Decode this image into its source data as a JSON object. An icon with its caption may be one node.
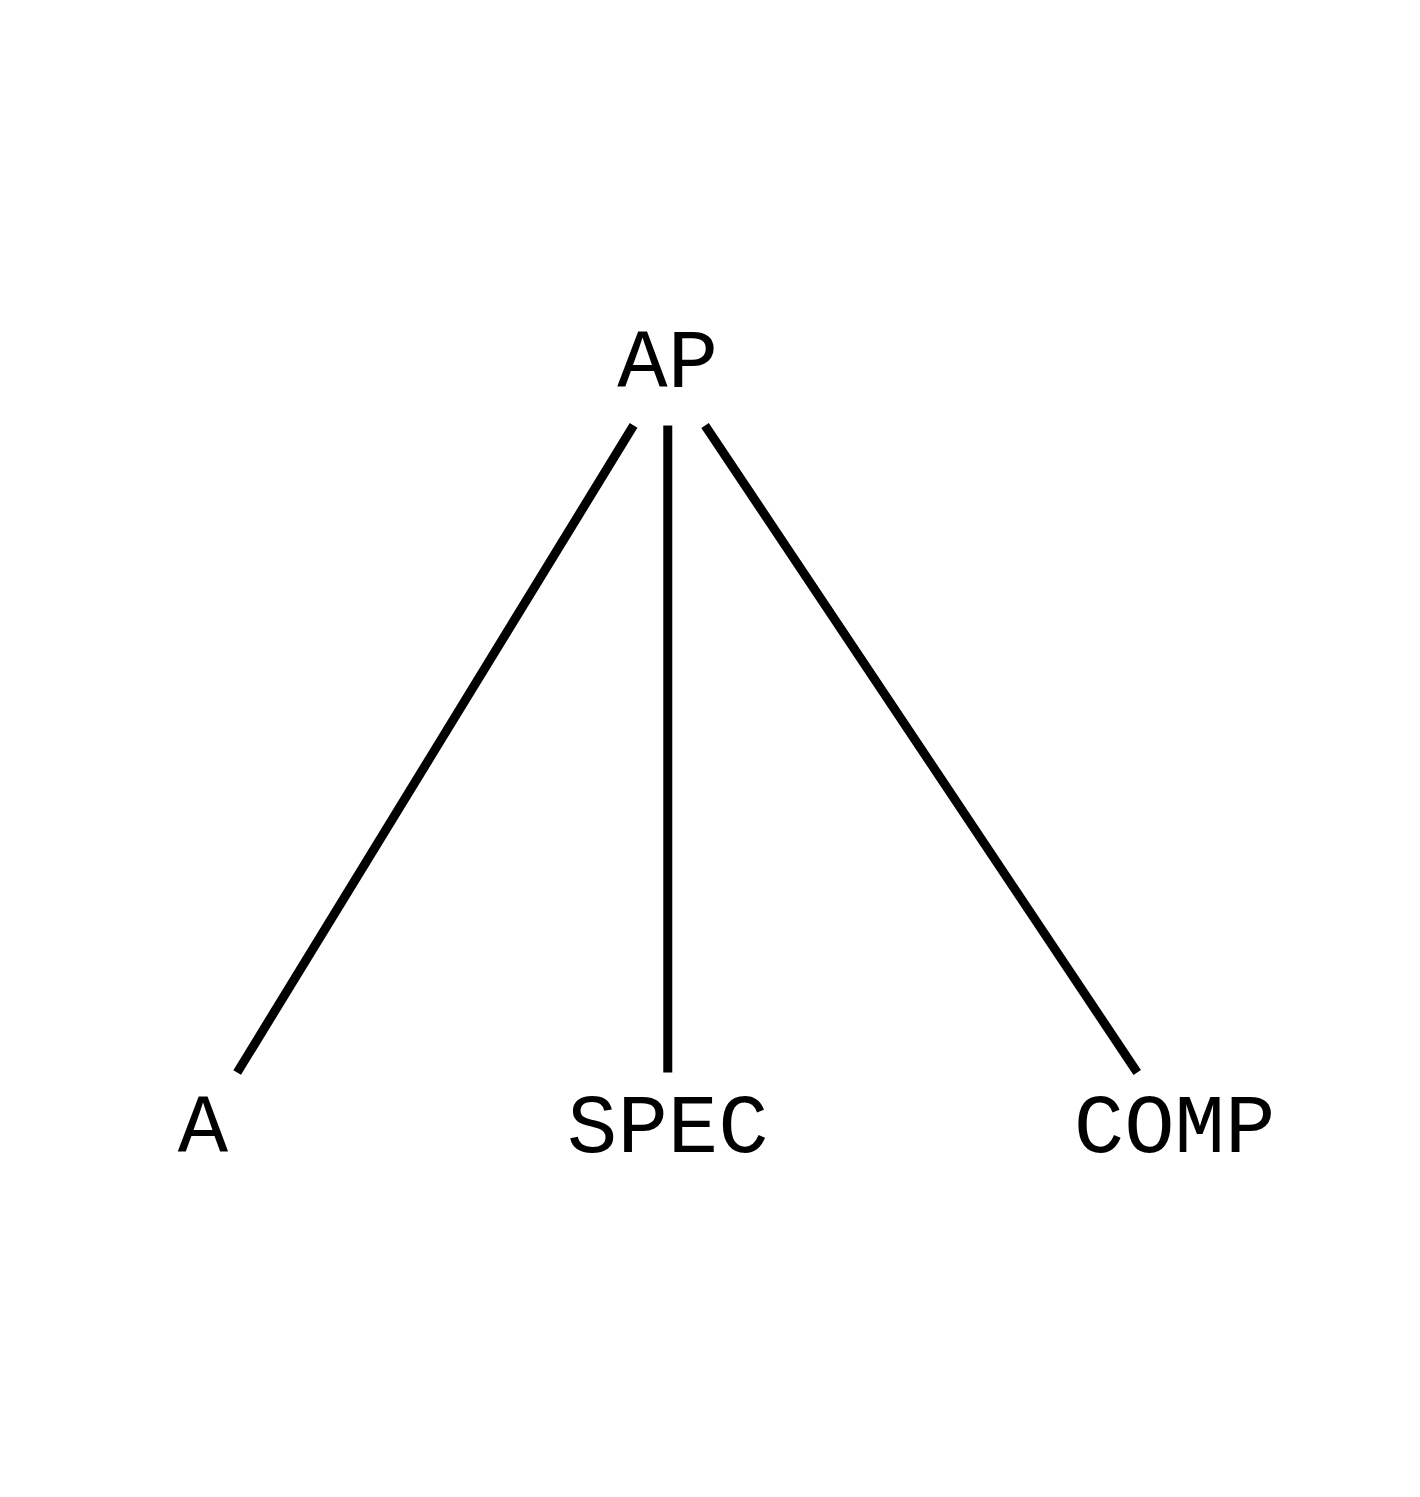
{
  "diagram": {
    "nodes": [
      {
        "text": [
          "AP"
        ]
      },
      {
        "text": [
          "A"
        ]
      },
      {
        "text": [
          "SPEC"
        ]
      },
      {
        "text": [
          "COMP"
        ]
      }
    ],
    "edges": [
      {
        "from": 0,
        "to": 1,
        "arrow": "none"
      },
      {
        "from": 0,
        "to": 2,
        "arrow": "none"
      },
      {
        "from": 0,
        "to": 3,
        "arrow": "none"
      }
    ]
  }
}
